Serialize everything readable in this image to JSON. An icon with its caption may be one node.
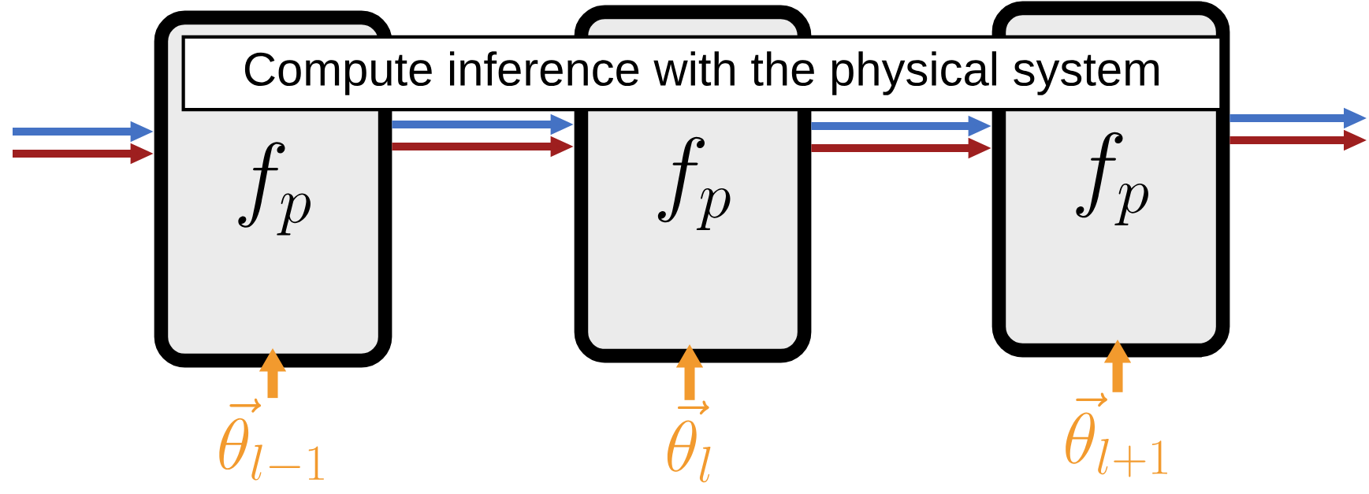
{
  "diagram": {
    "nodes": [
      {
        "text": [
          "Compute inference with the physical system"
        ]
      },
      {
        "text": [
          "f_p"
        ]
      },
      {
        "text": [
          "f_p"
        ]
      },
      {
        "text": [
          "f_p"
        ]
      },
      {
        "text": [
          "\\vec{\\theta}_{l-1}"
        ]
      },
      {
        "text": [
          "\\vec{\\theta}_{l}"
        ]
      },
      {
        "text": [
          "\\vec{\\theta}_{l+1}"
        ]
      }
    ],
    "edges": [
      {
        "from": null,
        "to": 1,
        "arrow": "to",
        "color": "#4472c4"
      },
      {
        "from": null,
        "to": 1,
        "arrow": "to",
        "color": "#9e1f1f"
      },
      {
        "from": 1,
        "to": 2,
        "arrow": "to",
        "color": "#4472c4"
      },
      {
        "from": 1,
        "to": 2,
        "arrow": "to",
        "color": "#9e1f1f"
      },
      {
        "from": 2,
        "to": 3,
        "arrow": "to",
        "color": "#4472c4"
      },
      {
        "from": 2,
        "to": 3,
        "arrow": "to",
        "color": "#9e1f1f"
      },
      {
        "from": 3,
        "to": null,
        "arrow": "to",
        "color": "#4472c4"
      },
      {
        "from": 3,
        "to": null,
        "arrow": "to",
        "color": "#9e1f1f"
      },
      {
        "from": 4,
        "to": 1,
        "arrow": "to",
        "color": "#f29a2e"
      },
      {
        "from": 5,
        "to": 2,
        "arrow": "to",
        "color": "#f29a2e"
      },
      {
        "from": 6,
        "to": 3,
        "arrow": "to",
        "color": "#f29a2e"
      }
    ]
  }
}
